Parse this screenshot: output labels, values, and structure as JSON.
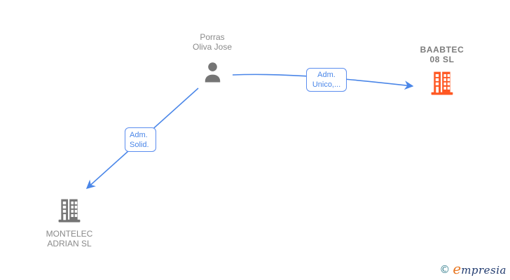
{
  "diagram": {
    "background_color": "#ffffff",
    "nodes": {
      "person": {
        "type": "person",
        "label_line1": "Porras",
        "label_line2": "Oliva Jose"
      },
      "baabtec": {
        "type": "company",
        "label_line1": "BAABTEC",
        "label_line2": "08 SL"
      },
      "montelec": {
        "type": "company",
        "label_line1": "MONTELEC",
        "label_line2": "ADRIAN SL"
      }
    },
    "edges": [
      {
        "from": "person",
        "to": "baabtec",
        "label_line1": "Adm.",
        "label_line2": "Unico,..."
      },
      {
        "from": "person",
        "to": "montelec",
        "label_line1": "Adm.",
        "label_line2": "Solid."
      }
    ],
    "colors": {
      "edge_blue": "#4a86e8",
      "edge_label_border": "#5b8def",
      "edge_label_text": "#4a86e8",
      "person_icon_gray": "#757575",
      "montelec_icon_gray": "#757575",
      "baabtec_icon_orange": "#FF5722",
      "node_label_gray": "#8a8a8a",
      "company_label_bold_gray": "#7b7b7b"
    }
  },
  "watermark": {
    "copyright_symbol": "©",
    "brand_initial": "e",
    "brand_rest": "mpresia",
    "colors": {
      "copyright": "#38808f",
      "brand_initial": "#e87722",
      "brand_rest": "#203a6e"
    }
  }
}
